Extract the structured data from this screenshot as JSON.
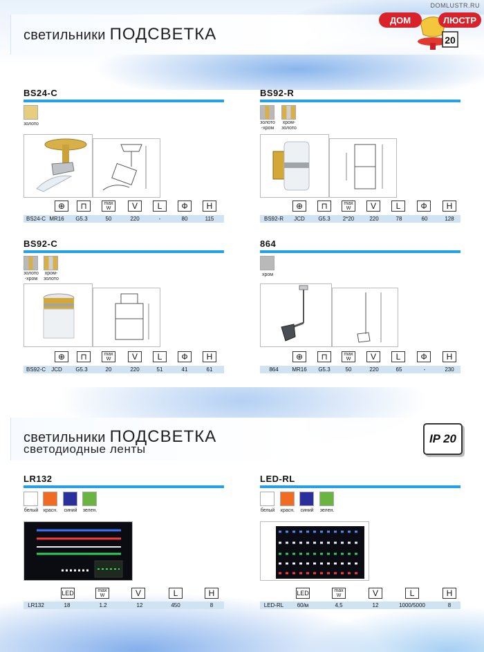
{
  "site_url": "DOMLUSTR.RU",
  "logo": {
    "line1": "ДОМ",
    "line2": "ЛЮСТР",
    "badge": "20"
  },
  "section1": {
    "title_light": "светильники",
    "title_bold": "ПОДСВЕТКА"
  },
  "section2": {
    "title_light": "светильники",
    "title_bold": "ПОДСВЕТКА",
    "subtitle": "светодиодные ленты",
    "ip_badge": "IP 20"
  },
  "icons": {
    "max_w_top": "max",
    "max_w_bottom": "W",
    "v": "V",
    "l": "L",
    "phi": "Ф",
    "h": "H",
    "led": "LED"
  },
  "products": [
    {
      "name": "BS24-C",
      "swatches": [
        {
          "label": "золото",
          "color": "#e6ce7f"
        }
      ],
      "specs": [
        "BS24-C",
        "MR16",
        "G5.3",
        "50",
        "220",
        "-",
        "80",
        "115"
      ]
    },
    {
      "name": "BS92-R",
      "swatches": [
        {
          "label1": "золото",
          "label2": "-хром"
        },
        {
          "label1": "хром-",
          "label2": "золото"
        }
      ],
      "specs": [
        "BS92-R",
        "JCD",
        "G5.3",
        "2*20",
        "220",
        "78",
        "60",
        "128"
      ]
    },
    {
      "name": "BS92-C",
      "swatches": [
        {
          "label1": "золото",
          "label2": "-хром"
        },
        {
          "label1": "хром-",
          "label2": "золото"
        }
      ],
      "specs": [
        "BS92-C",
        "JCD",
        "G5.3",
        "20",
        "220",
        "51",
        "41",
        "61"
      ]
    },
    {
      "name": "864",
      "swatches": [
        {
          "label": "хром",
          "color": "#b9b9b9"
        }
      ],
      "specs": [
        "864",
        "MR16",
        "G5.3",
        "50",
        "220",
        "65",
        "-",
        "230"
      ]
    }
  ],
  "led_products": [
    {
      "name": "LR132",
      "swatches": [
        {
          "label": "белый",
          "color": "#ffffff"
        },
        {
          "label": "красн.",
          "color": "#f26b22"
        },
        {
          "label": "синий",
          "color": "#2b2f9c"
        },
        {
          "label": "зелен.",
          "color": "#6ab441"
        }
      ],
      "specs": [
        "LR132",
        "18",
        "1.2",
        "12",
        "450",
        "8"
      ]
    },
    {
      "name": "LED-RL",
      "swatches": [
        {
          "label": "белый",
          "color": "#ffffff"
        },
        {
          "label": "красн.",
          "color": "#f26b22"
        },
        {
          "label": "синий",
          "color": "#2b2f9c"
        },
        {
          "label": "зелен.",
          "color": "#6ab441"
        }
      ],
      "specs": [
        "LED-RL",
        "60/м",
        "4,5",
        "12",
        "1000/5000",
        "8"
      ]
    }
  ]
}
